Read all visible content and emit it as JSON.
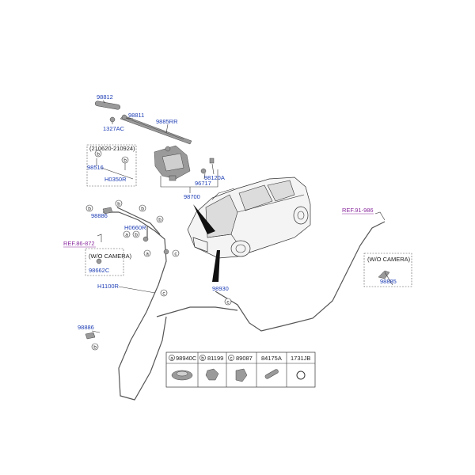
{
  "labels": {
    "p98812": "98812",
    "p98811": "98811",
    "p9885RR": "9885RR",
    "p1327AC": "1327AC",
    "date_range": "(210620-210924)",
    "p98516": "98516",
    "pH0350R": "H0350R",
    "p98120A": "98120A",
    "p96717": "96717",
    "p98700": "98700",
    "p98886_top": "98886",
    "pH0660R": "H0660R",
    "ref_left": "REF.86-872",
    "wo_camera_left": "(W/O CAMERA)",
    "p98662C": "98662C",
    "pH1100R": "H1100R",
    "p98930": "98930",
    "p98886_bottom": "98886",
    "ref_right": "REF.91-986",
    "wo_camera_right": "(W/O CAMERA)",
    "p98885": "98885"
  },
  "callouts": {
    "a": "a",
    "b": "b",
    "c": "c"
  },
  "legend": {
    "items": [
      {
        "letter": "a",
        "part": "98940C"
      },
      {
        "letter": "b",
        "part": "81199"
      },
      {
        "letter": "c",
        "part": "89087"
      },
      {
        "letter": "",
        "part": "84175A"
      },
      {
        "letter": "",
        "part": "1731JB"
      }
    ]
  },
  "colors": {
    "part_number": "#1f3fb5",
    "reference": "#8a2a9e",
    "line": "#333333"
  }
}
